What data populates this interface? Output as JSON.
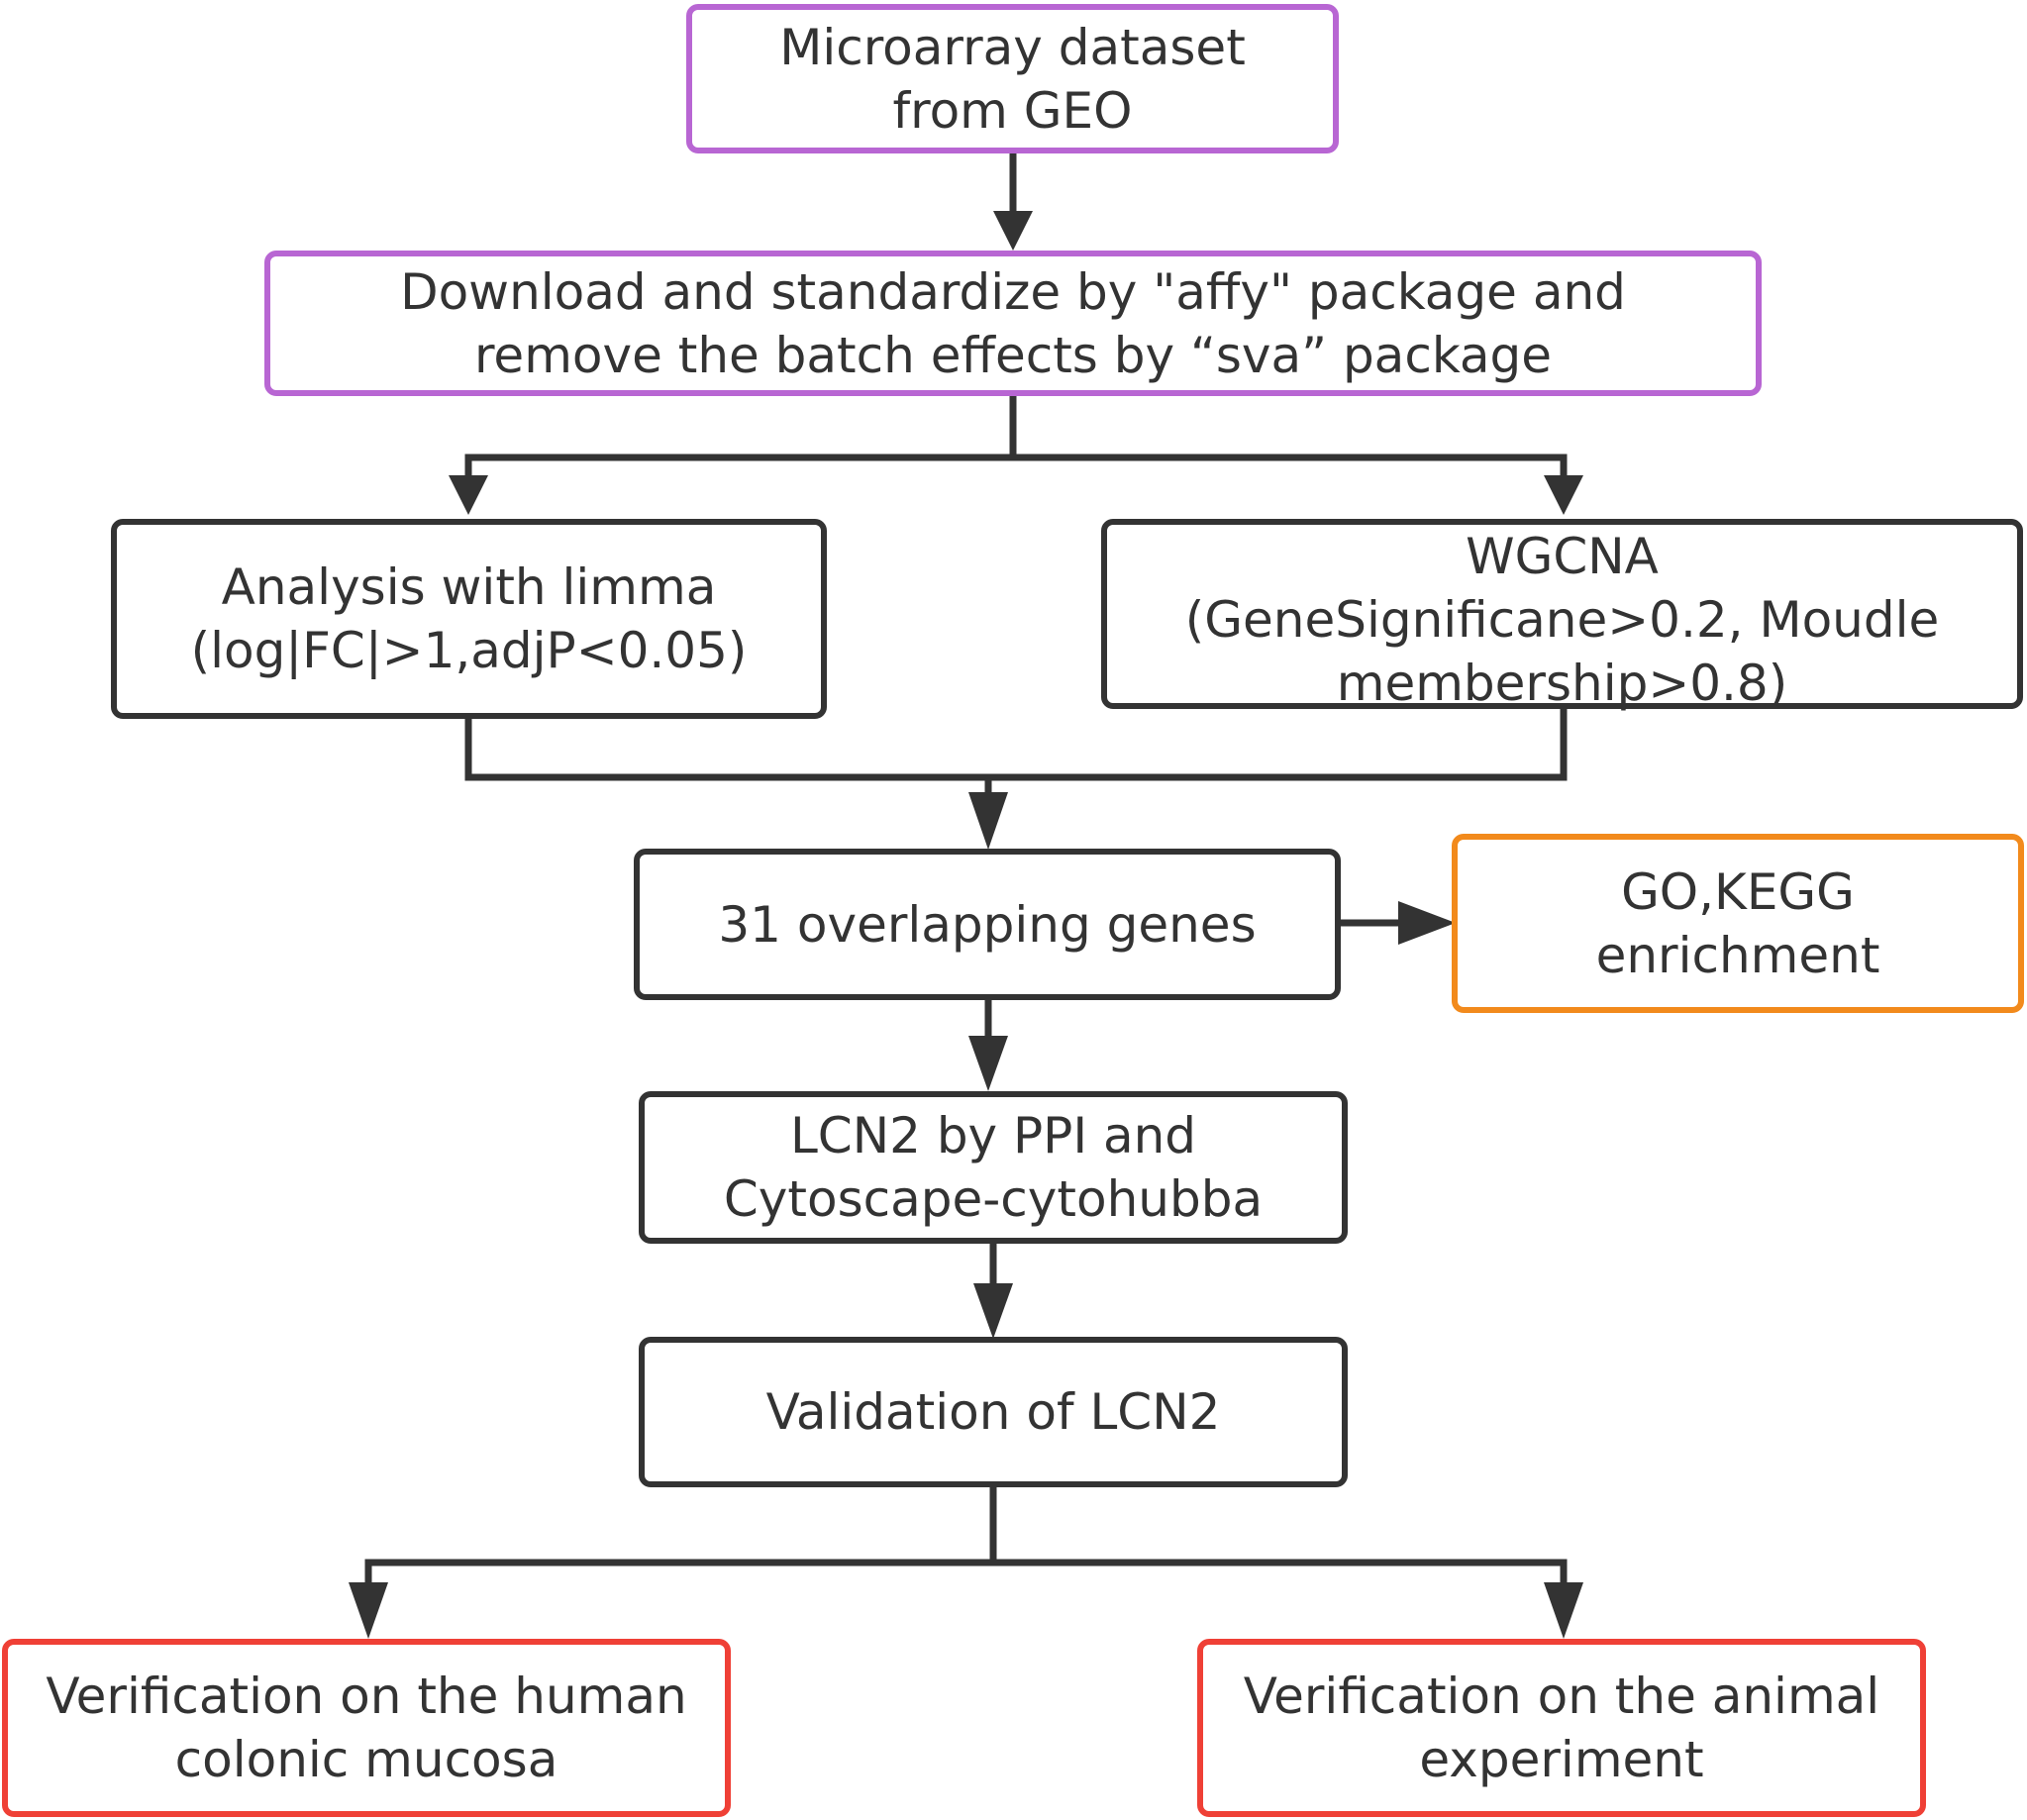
{
  "colors": {
    "input": "#B866D3",
    "process": "#333333",
    "enrichment": "#F28A1C",
    "verification": "#EF4036",
    "connector": "#333333"
  },
  "nodes": {
    "geo": {
      "lines": [
        "Microarray dataset",
        "from GEO"
      ]
    },
    "download": {
      "lines": [
        "Download and standardize  by \"affy\" package and",
        "remove the batch effects by   “sva”  package"
      ]
    },
    "limma": {
      "lines": [
        "Analysis with limma",
        "(log|FC|>1,adjP<0.05)"
      ]
    },
    "wgcna": {
      "lines": [
        "WGCNA",
        "(GeneSignificane>0.2, Moudle",
        "membership>0.8)"
      ]
    },
    "overlap": {
      "lines": [
        "31 overlapping genes"
      ]
    },
    "enrichment": {
      "lines": [
        "GO,KEGG",
        "enrichment"
      ]
    },
    "lcn2": {
      "lines": [
        "LCN2 by PPI and",
        "Cytoscape-cytohubba"
      ]
    },
    "validation": {
      "lines": [
        "Validation of LCN2"
      ]
    },
    "human": {
      "lines": [
        "Verification on the human",
        "colonic mucosa"
      ]
    },
    "animal": {
      "lines": [
        "Verification on the animal",
        "experiment"
      ]
    }
  }
}
